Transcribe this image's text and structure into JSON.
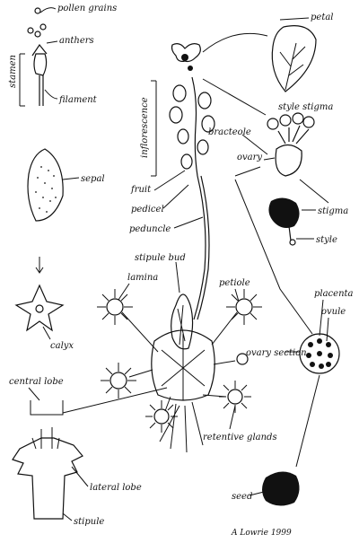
{
  "labels": {
    "pollen_grains": "pollen grains",
    "anthers": "anthers",
    "stamen": "stamen",
    "filament": "filament",
    "inflorescence": "inflorescence",
    "petal": "petal",
    "style_stigma": "style stigma",
    "bracteole": "bracteole",
    "ovary": "ovary",
    "sepal": "sepal",
    "fruit": "fruit",
    "pedicel": "pedicel",
    "peduncle": "peduncle",
    "stigma": "stigma",
    "style": "style",
    "stipule_bud": "stipule bud",
    "lamina": "lamina",
    "petiole": "petiole",
    "placenta": "placenta",
    "ovule": "ovule",
    "calyx": "calyx",
    "ovary_section": "ovary section",
    "central_lobe": "central lobe",
    "retentive_glands": "retentive glands",
    "lateral_lobe": "lateral lobe",
    "seed": "seed",
    "stipule": "stipule"
  },
  "signature": "A Lowrie 1999"
}
